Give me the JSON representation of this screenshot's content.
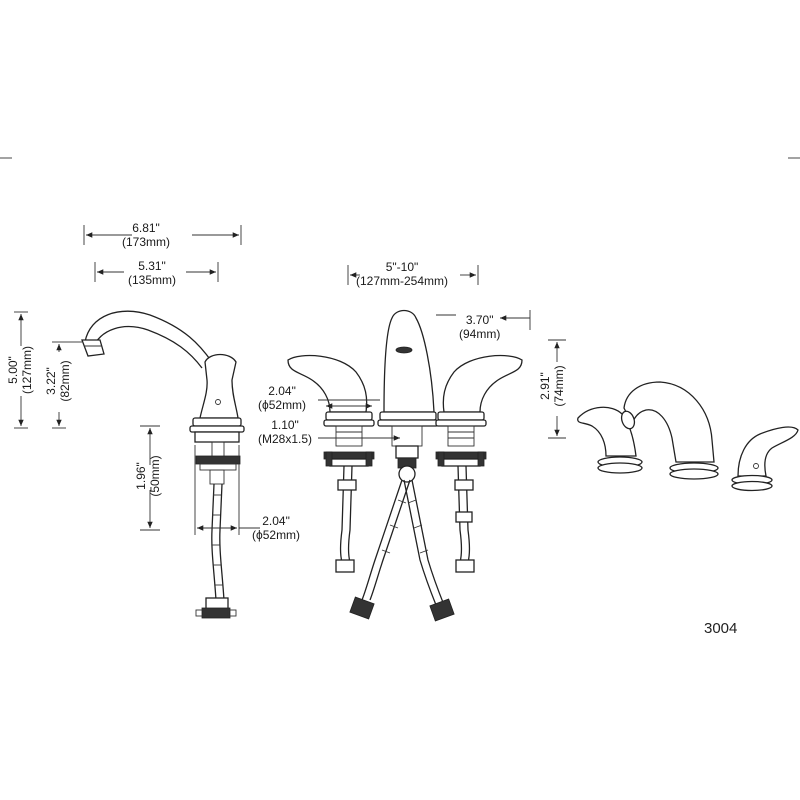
{
  "model_number": "3004",
  "dimensions": {
    "spout_reach_total": {
      "value": "6.81\"",
      "sub": "(173mm)"
    },
    "spout_reach": {
      "value": "5.31\"",
      "sub": "(135mm)"
    },
    "spout_height": {
      "value": "5.00\"",
      "sub": "(127mm)"
    },
    "spout_outlet_height": {
      "value": "3.22\"",
      "sub": "(82mm)"
    },
    "shank_length": {
      "value": "1.96\"",
      "sub": "(50mm)"
    },
    "base_diameter_side": {
      "value": "2.04\"",
      "sub": "(ϕ52mm)"
    },
    "widespread_spacing": {
      "value": "5\"-10\"",
      "sub": "(127mm-254mm)"
    },
    "handle_height": {
      "value": "3.70\"",
      "sub": "(94mm)"
    },
    "base_diameter_front": {
      "value": "2.04\"",
      "sub": "(ϕ52mm)"
    },
    "thread_size": {
      "value": "1.10\"",
      "sub": "(M28x1.5)"
    },
    "handle_height_perspective": {
      "value": "2.91\"",
      "sub": "(74mm)"
    }
  }
}
